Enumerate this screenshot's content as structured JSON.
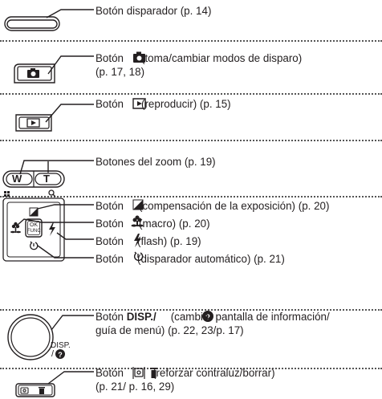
{
  "rows": {
    "shutter": {
      "text": "Botón disparador (p. 14)"
    },
    "mode": {
      "pre": "Botón",
      "post": "(toma/cambiar modos de disparo)",
      "line2": "(p. 17, 18)"
    },
    "playback": {
      "pre": "Botón",
      "post": "(reproducir) (p. 15)"
    },
    "zoom": {
      "text": "Botones del zoom (p. 19)",
      "w_label": "W",
      "t_label": "T"
    },
    "exposure": {
      "pre": "Botón",
      "post": "(compensación de la exposición) (p. 20)"
    },
    "macro": {
      "pre": "Botón",
      "post": "(macro) (p. 20)"
    },
    "flash": {
      "pre": "Botón",
      "post": "(flash) (p. 19)"
    },
    "selftimer": {
      "pre": "Botón",
      "post": "(disparador automático) (p. 21)",
      "ok_label": "OK",
      "func_label": "FUNC"
    },
    "disp": {
      "pre": "Botón",
      "bold": "DISP./",
      "post": "(cambiar pantalla de información/",
      "line2": "guía de menú) (p. 22, 23/p. 17)",
      "button_label": "DISP.",
      "button_label2": "/"
    },
    "backlight": {
      "pre": "Botón",
      "post": "(reforzar contraluz/borrar)",
      "line2": "(p. 21/ p. 16, 29)"
    }
  }
}
